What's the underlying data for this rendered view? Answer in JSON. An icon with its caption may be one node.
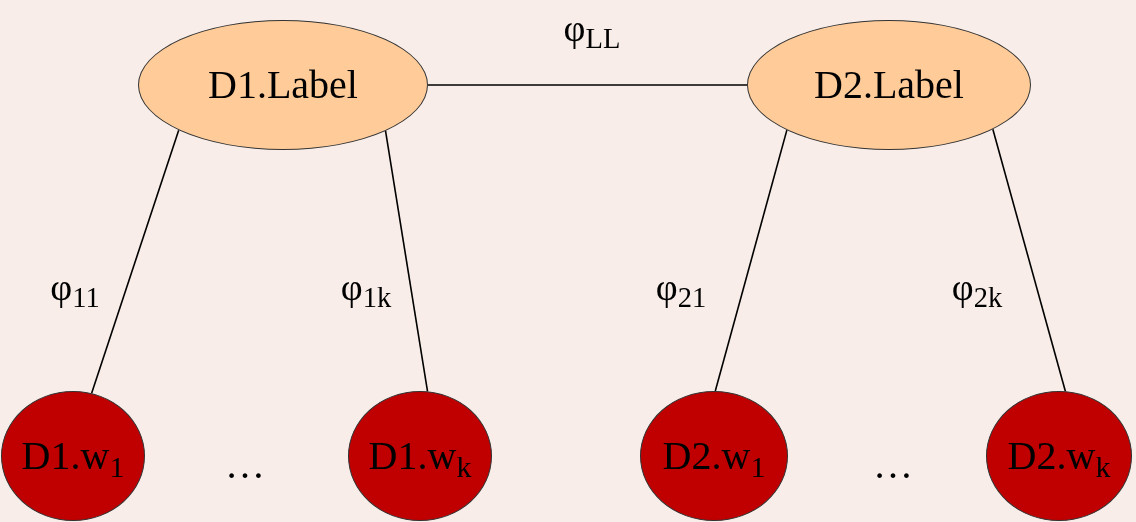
{
  "diagram": {
    "nodes": [
      {
        "text": [
          "D1.Label"
        ]
      },
      {
        "text": [
          "D2.Label"
        ]
      },
      {
        "text": [
          "D1.w$_{1}$"
        ]
      },
      {
        "text": [
          "D1.w$_{k}$"
        ]
      },
      {
        "text": [
          "D2.w$_{1}$"
        ]
      },
      {
        "text": [
          "D2.w$_{k}$"
        ]
      }
    ],
    "edges": [
      {
        "from": 0,
        "to": 1,
        "arrow": "none",
        "label": "φ$_{LL}$"
      },
      {
        "from": 0,
        "to": 2,
        "arrow": "none",
        "label": "φ$_{11}$"
      },
      {
        "from": 0,
        "to": 3,
        "arrow": "none",
        "label": "φ$_{1k}$"
      },
      {
        "from": 1,
        "to": 4,
        "arrow": "none",
        "label": "φ$_{21}$"
      },
      {
        "from": 1,
        "to": 5,
        "arrow": "none",
        "label": "φ$_{2k}$"
      }
    ],
    "labels": [
      "…",
      "…"
    ]
  }
}
